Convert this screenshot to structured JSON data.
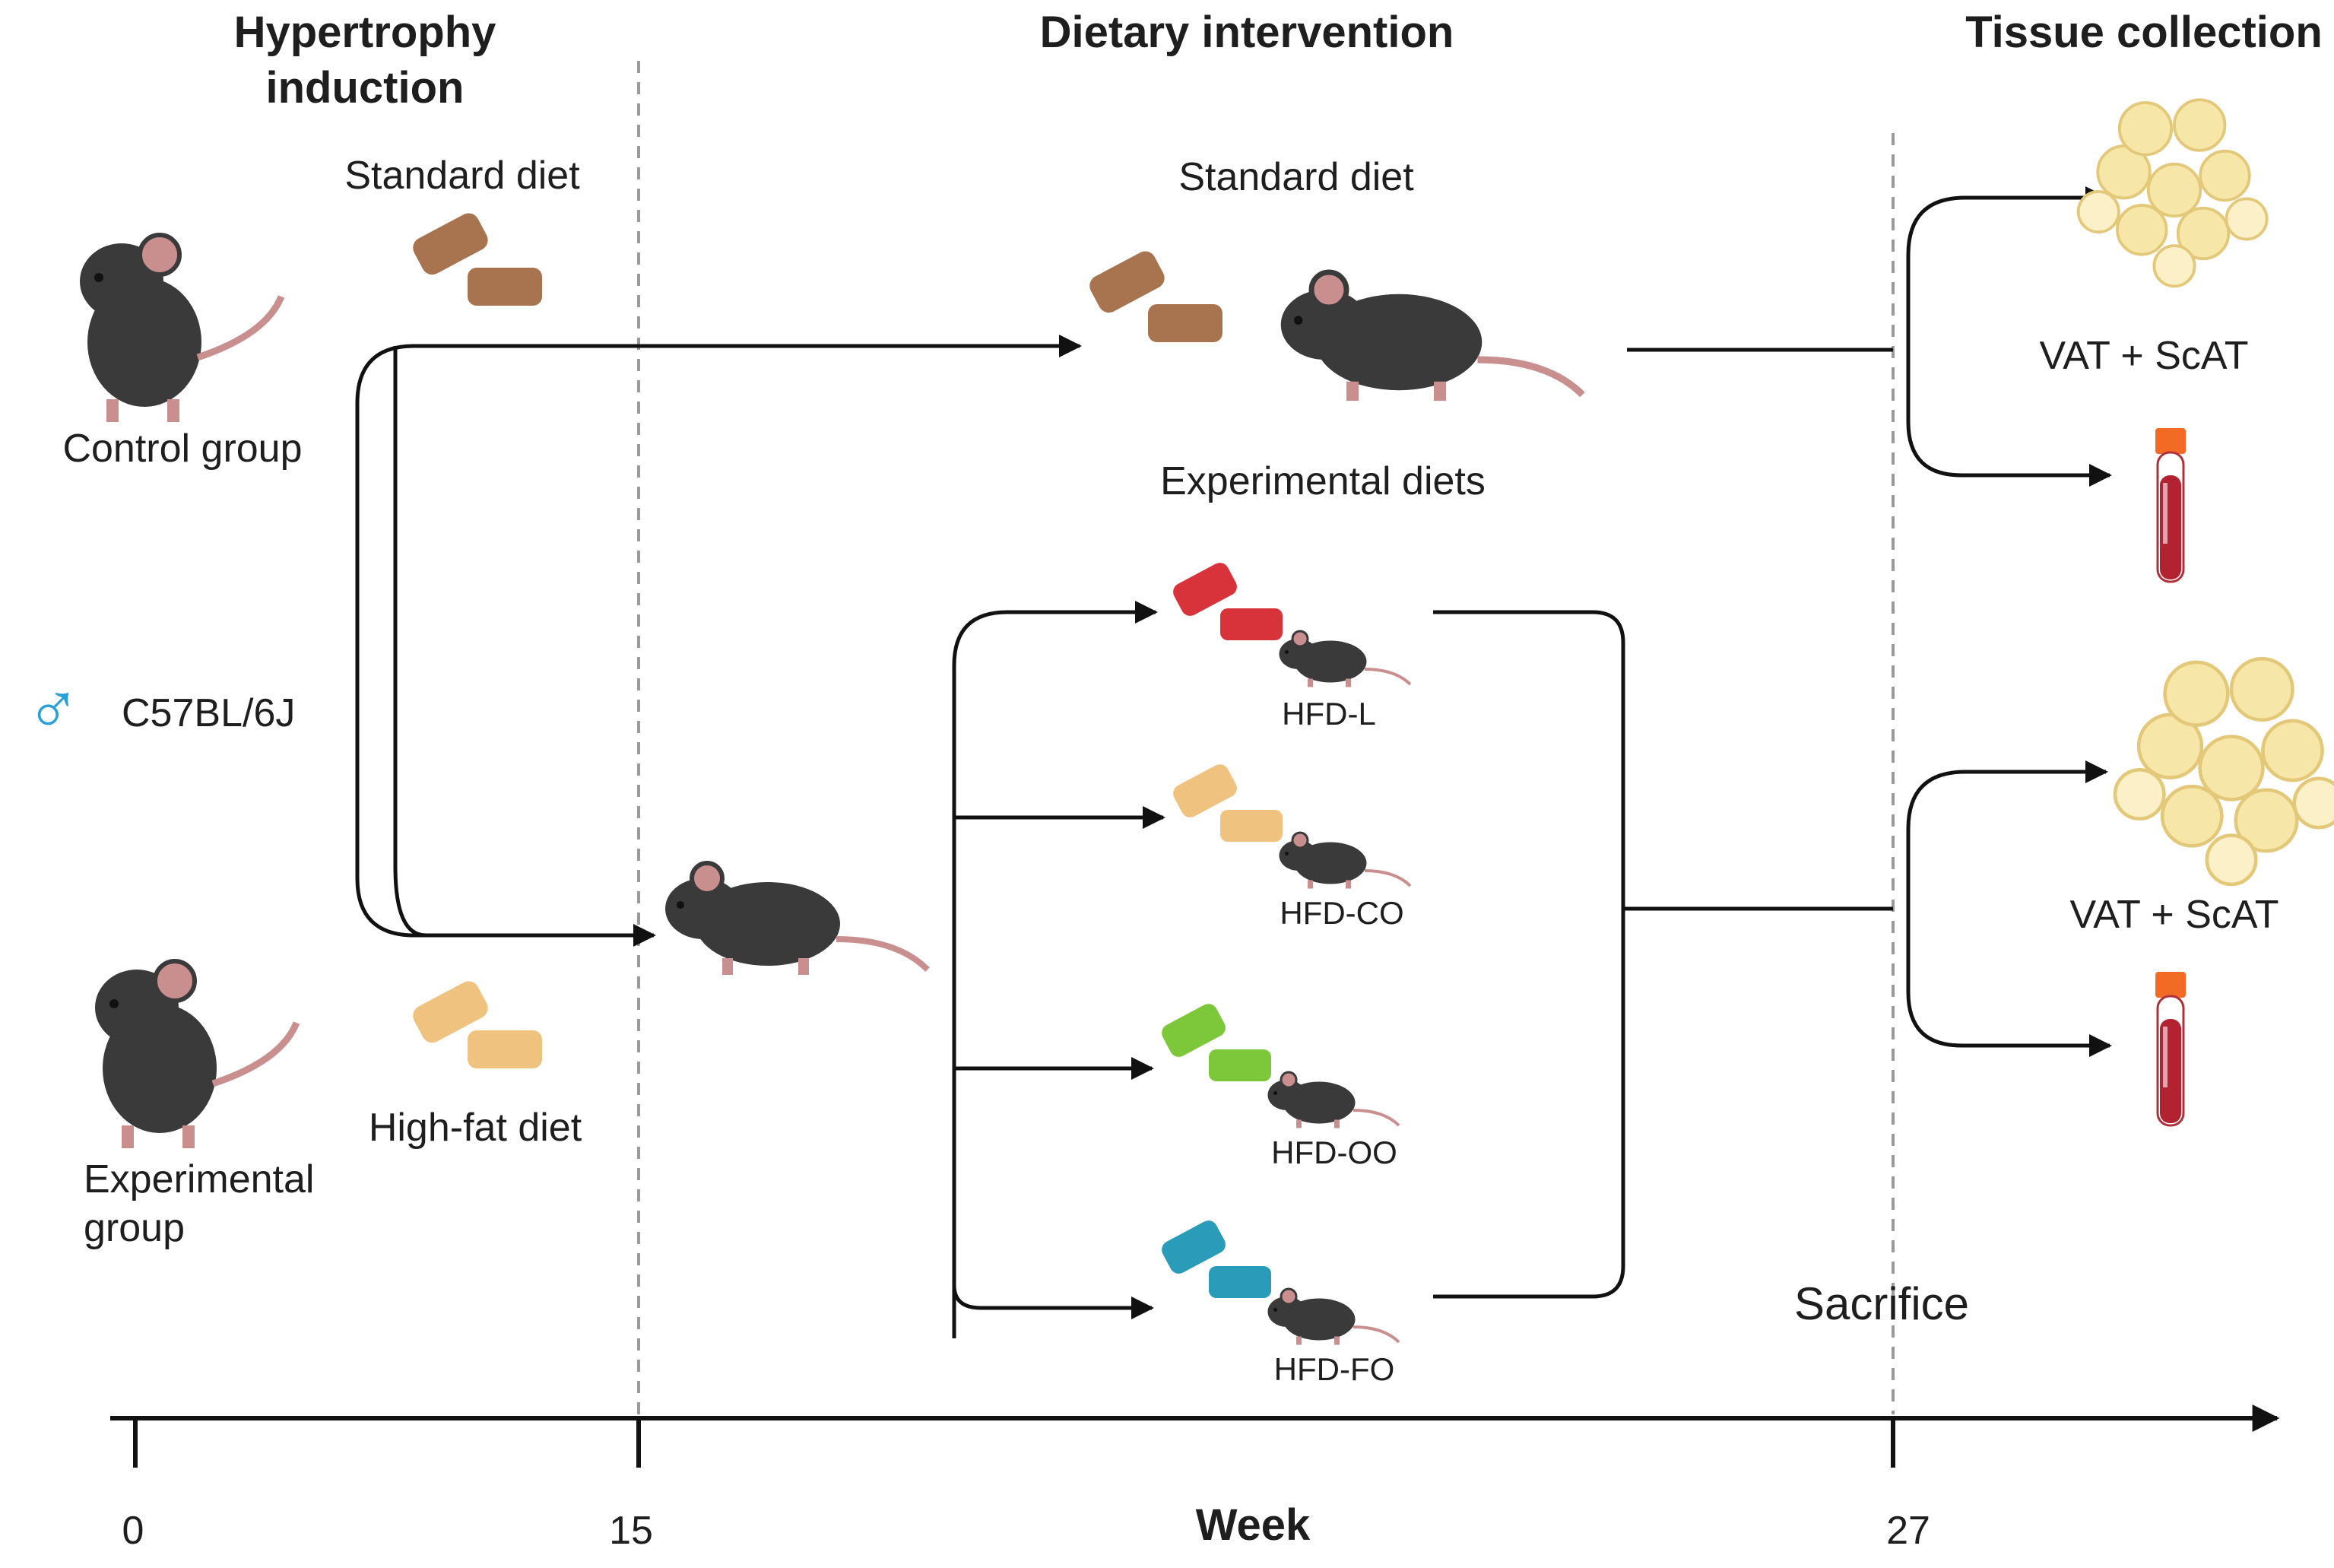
{
  "headers": {
    "hypertrophy_line1": "Hypertrophy",
    "hypertrophy_line2": "induction",
    "dietary": "Dietary intervention",
    "tissue": "Tissue collection"
  },
  "labels": {
    "standard_diet_left": "Standard diet",
    "standard_diet_mid": "Standard diet",
    "high_fat_diet": "High-fat diet",
    "control_group": "Control group",
    "experimental_group_line1": "Experimental",
    "experimental_group_line2": "group",
    "strain": "C57BL/6J",
    "male_symbol": "♂",
    "experimental_diets": "Experimental diets",
    "sacrifice": "Sacrifice",
    "vat_top": "VAT + ScAT",
    "vat_bottom": "VAT + ScAT"
  },
  "groups": [
    {
      "label": "HFD-L",
      "color": "#d8333a"
    },
    {
      "label": "HFD-CO",
      "color": "#f0c27f"
    },
    {
      "label": "HFD-OO",
      "color": "#7dc83a"
    },
    {
      "label": "HFD-FO",
      "color": "#2a9bb8"
    }
  ],
  "pellet_colors": {
    "standard": "#a8734f",
    "high_fat": "#f0c27f"
  },
  "timeline": {
    "unit": "Week",
    "ticks": [
      "0",
      "15",
      "27"
    ]
  }
}
